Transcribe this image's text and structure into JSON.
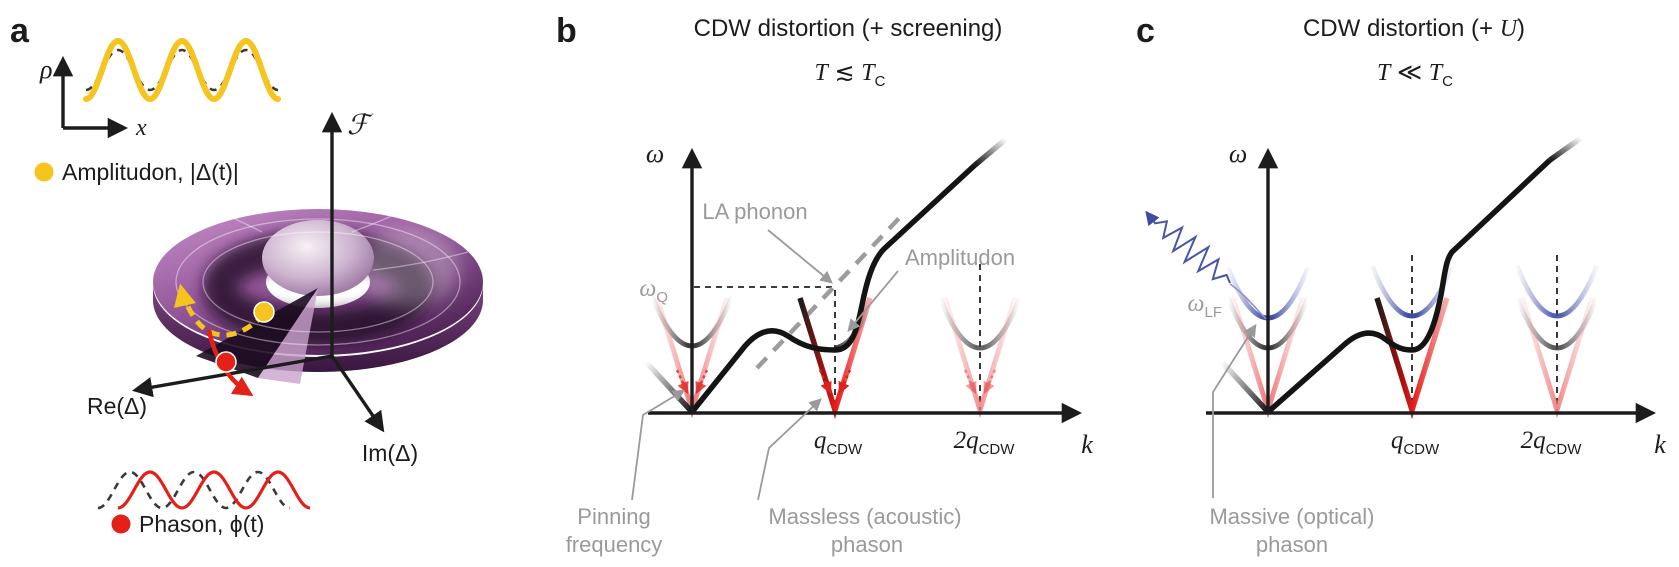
{
  "colors": {
    "black": "#1c1c1c",
    "grey_annotation": "#9a9a9a",
    "yellow_amplitudon": "#f5c41e",
    "red_phason": "#e32119",
    "blue_optical": "#4a55a8",
    "purple_hat": "#7a3f80"
  },
  "panel_a": {
    "label": "a",
    "inset": {
      "ylabel": "ρ",
      "xlabel": "x"
    },
    "legend_amplitudon": "Amplitudon, |Δ(t)|",
    "legend_phason": "Phason, ϕ(t)",
    "axis_f": "ℱ",
    "axis_re": "Re(Δ)",
    "axis_im": "Im(Δ)"
  },
  "panel_b": {
    "label": "b",
    "title": "CDW distortion (+ screening)",
    "subtitle": {
      "t1": "T",
      "rel": " ≲ ",
      "t2": "T",
      "sub": "C"
    },
    "axis": {
      "y": "ω",
      "x": "k"
    },
    "omega_q": {
      "base": "ω",
      "sub": "Q"
    },
    "ticks": {
      "q": {
        "base": "q",
        "sub": "CDW"
      },
      "q2": {
        "base": "2q",
        "sub": "CDW"
      }
    },
    "annotations": {
      "la_phonon": "LA phonon",
      "amplitudon": "Amplitudon",
      "pinning": [
        "Pinning",
        "frequency"
      ],
      "massless": [
        "Massless (acoustic)",
        "phason"
      ]
    }
  },
  "panel_c": {
    "label": "c",
    "title": {
      "pre": "CDW distortion (+ ",
      "var": "U",
      "post": ")"
    },
    "subtitle": {
      "t1": "T",
      "rel": " ≪ ",
      "t2": "T",
      "sub": "C"
    },
    "axis": {
      "y": "ω",
      "x": "k"
    },
    "omega_lf": {
      "base": "ω",
      "sub": "LF"
    },
    "ticks": {
      "q": {
        "base": "q",
        "sub": "CDW"
      },
      "q2": {
        "base": "2q",
        "sub": "CDW"
      }
    },
    "annotations": {
      "massive": [
        "Massive (optical)",
        "phason"
      ]
    }
  }
}
